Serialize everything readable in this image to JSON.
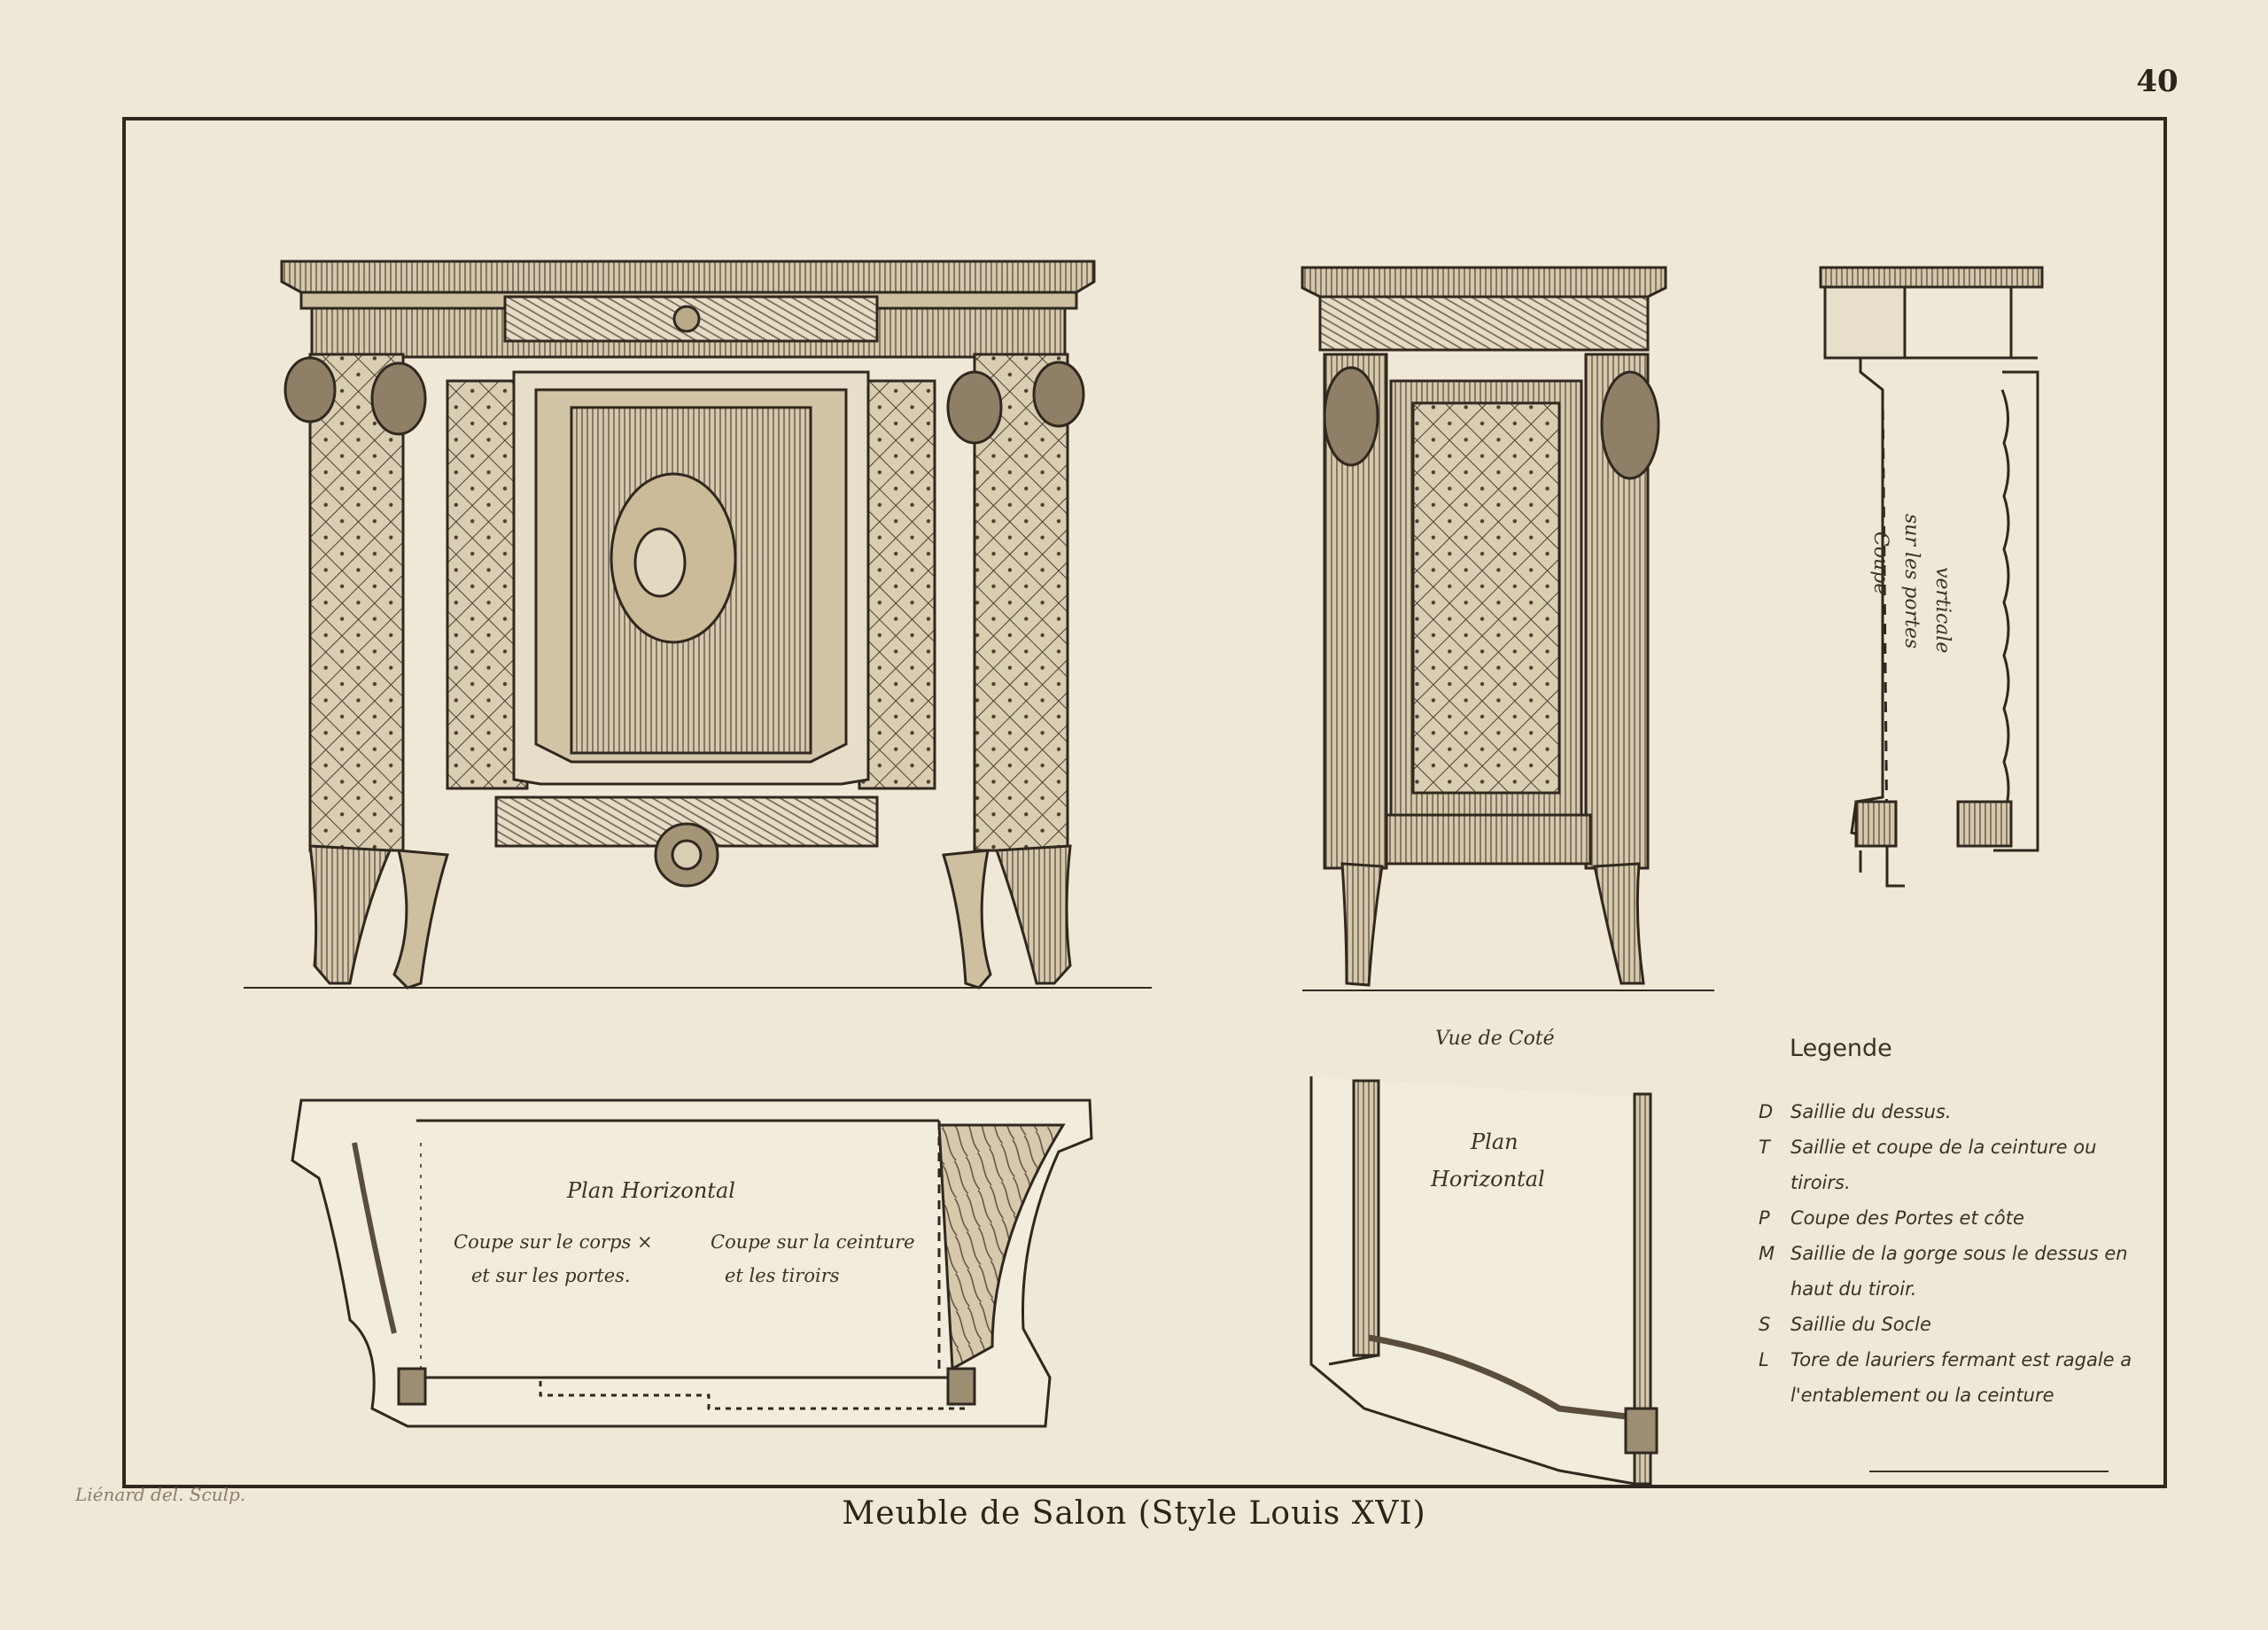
{
  "plate_number": "40",
  "title": "Meuble de Salon (Style Louis XVI)",
  "signature": "Liénard del. Sculp.",
  "labels": {
    "side_view": "Vue de Coté",
    "plan_front_title": "Plan Horizontal",
    "plan_front_left_line1": "Coupe sur le corps ×",
    "plan_front_left_line2": "et sur les portes.",
    "plan_front_right_line1": "Coupe sur la ceinture",
    "plan_front_right_line2": "et les tiroirs",
    "plan_side_line1": "Plan",
    "plan_side_line2": "Horizontal",
    "section_line1": "Coupe",
    "section_line2": "verticale",
    "section_line3": "sur les portes"
  },
  "legend": {
    "title": "Legende",
    "items": [
      {
        "letter": "D",
        "text": "Saillie du dessus."
      },
      {
        "letter": "T",
        "text": "Saillie et coupe de la ceinture ou tiroirs."
      },
      {
        "letter": "P",
        "text": "Coupe des Portes et côte"
      },
      {
        "letter": "M",
        "text": "Saillie de la gorge sous le dessus en haut du tiroir."
      },
      {
        "letter": "S",
        "text": "Saillie du Socle"
      },
      {
        "letter": "L",
        "text": "Tore de lauriers fermant est ragale a l'entablement ou la ceinture"
      }
    ]
  }
}
